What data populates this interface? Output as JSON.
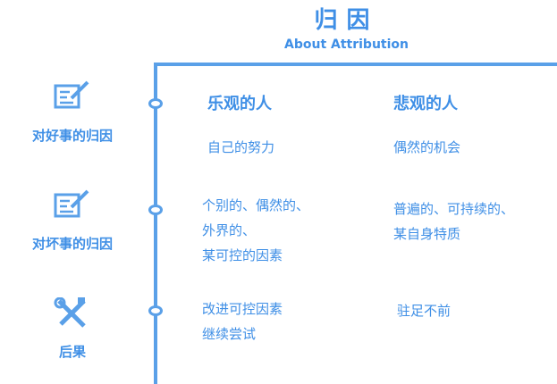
{
  "header": {
    "title": "归因",
    "subtitle": "About Attribution"
  },
  "columns": {
    "optimist": "乐观的人",
    "pessimist": "悲观的人"
  },
  "rows": [
    {
      "label": "对好事的归因",
      "icon": "document-pen-icon",
      "optimist": [
        "自己的努力"
      ],
      "pessimist": [
        "偶然的机会"
      ]
    },
    {
      "label": "对坏事的归因",
      "icon": "document-pen-icon",
      "optimist": [
        "个别的、偶然的、",
        "外界的、",
        "某可控的因素"
      ],
      "pessimist": [
        "普遍的、可持续的、",
        "某自身特质"
      ]
    },
    {
      "label": "后果",
      "icon": "wrench-screwdriver-icon",
      "optimist": [
        "改进可控因素",
        "继续尝试"
      ],
      "pessimist": [
        "驻足不前"
      ]
    }
  ],
  "colors": {
    "accent": "#3f8fe6",
    "line": "#5aa0e8"
  }
}
